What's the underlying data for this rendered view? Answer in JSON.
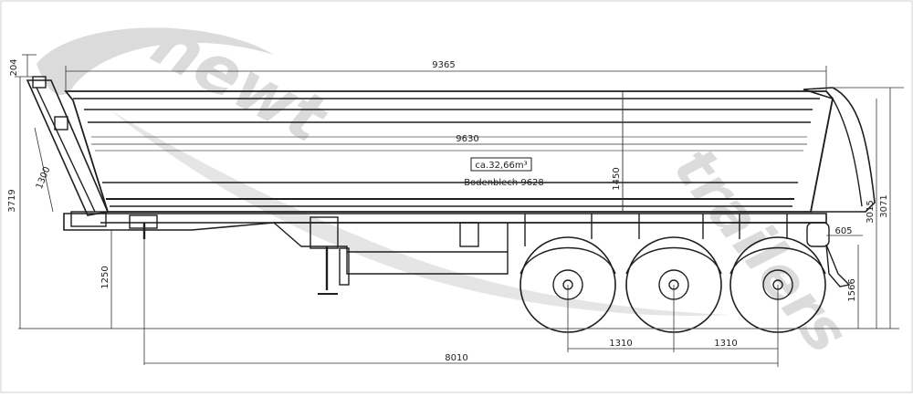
{
  "drawing": {
    "dimensions": {
      "overall_length": "9365",
      "body_length": "9630",
      "height_body": "1450",
      "front_offset": "204",
      "total_height": "3719",
      "front_wall": "1300",
      "right_height_a": "3015",
      "right_height_b": "3071",
      "rear_overhang": "605",
      "coupling_height": "1250",
      "rear_height": "1566",
      "kingpin_to_axle": "8010",
      "axle_spacing_1": "1310",
      "axle_spacing_2": "1310"
    },
    "labels": {
      "volume": "ca.32,66m³",
      "floor_plate": "Bodenblech 9628"
    },
    "watermark": {
      "text_left": "newt",
      "text_right": "trailers"
    },
    "colors": {
      "line": "#1e1e1e",
      "thin_line": "#555555",
      "watermark": "#bdbdbd"
    }
  }
}
